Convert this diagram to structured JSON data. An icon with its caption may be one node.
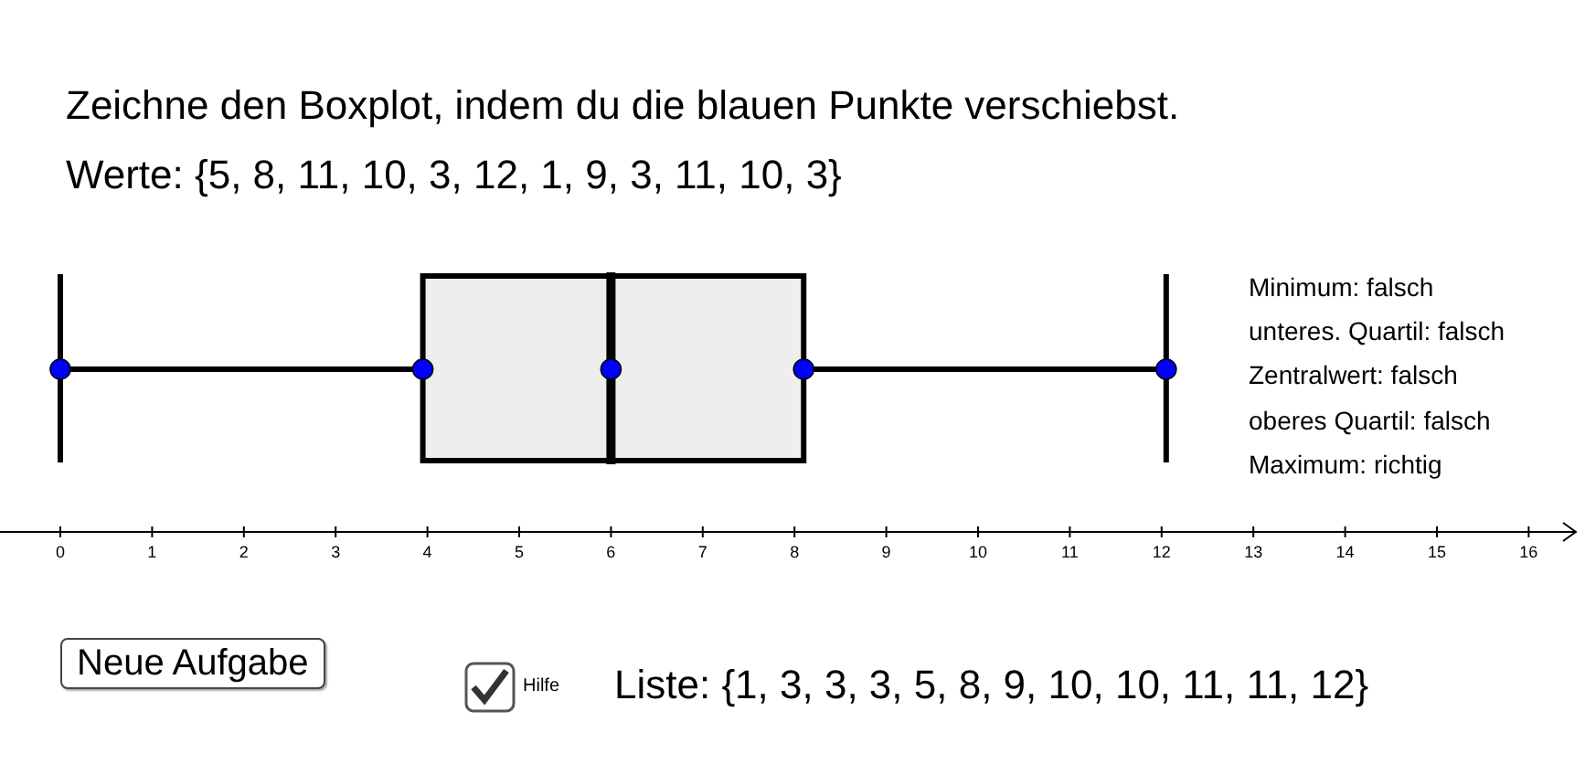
{
  "diagram": {
    "title": "Zeichne den Boxplot, indem du die blauen Punkte verschiebst.",
    "labels": [
      "Werte: {5, 8, 11, 10, 3, 12, 1, 9, 3, 11, 10, 3}",
      "Minimum: falsch",
      "unteres. Quartil: falsch",
      "Zentralwert: falsch",
      "oberes Quartil: falsch",
      "Maximum: richtig",
      "0",
      "1",
      "2",
      "3",
      "4",
      "5",
      "6",
      "7",
      "8",
      "9",
      "10",
      "11",
      "12",
      "13",
      "14",
      "15",
      "16",
      "Neue Aufgabe",
      "Hilfe",
      "Liste: {1, 3, 3, 3, 5, 8, 9, 10, 10, 11, 11, 12}"
    ]
  }
}
